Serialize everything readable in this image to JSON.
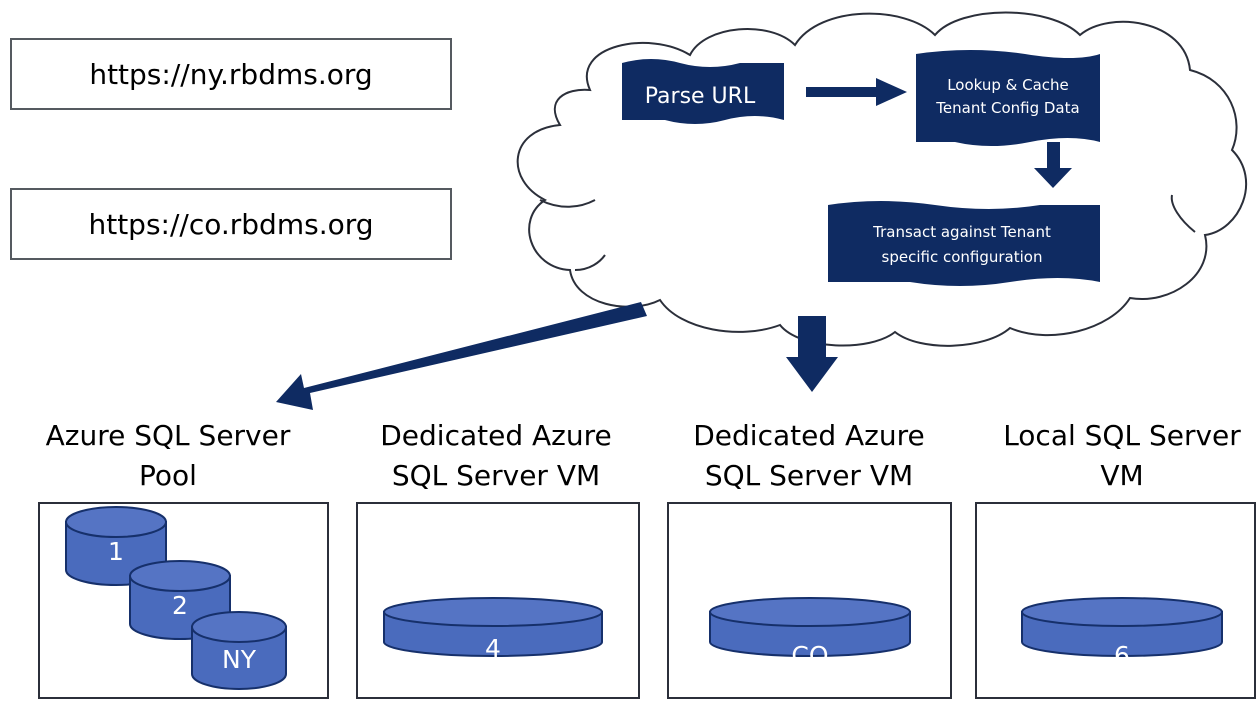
{
  "urls": [
    "https://ny.rbdms.org",
    "https://co.rbdms.org"
  ],
  "cloud": {
    "parse": "Parse URL",
    "lookup_line1": "Lookup & Cache",
    "lookup_line2": "Tenant Config Data",
    "transact_line1": "Transact against Tenant",
    "transact_line2": "specific configuration"
  },
  "columns": [
    {
      "title_line1": "Azure SQL Server",
      "title_line2": "Pool",
      "databases": [
        "1",
        "2",
        "NY"
      ]
    },
    {
      "title_line1": "Dedicated Azure",
      "title_line2": "SQL Server VM",
      "databases": [
        "4"
      ]
    },
    {
      "title_line1": "Dedicated Azure",
      "title_line2": "SQL Server VM",
      "databases": [
        "CO"
      ]
    },
    {
      "title_line1": "Local SQL Server",
      "title_line2": "VM",
      "databases": [
        "6"
      ]
    }
  ],
  "colors": {
    "dark_navy": "#0f2b62",
    "db_blue": "#4a6bbd",
    "border": "#2b2f3a"
  }
}
